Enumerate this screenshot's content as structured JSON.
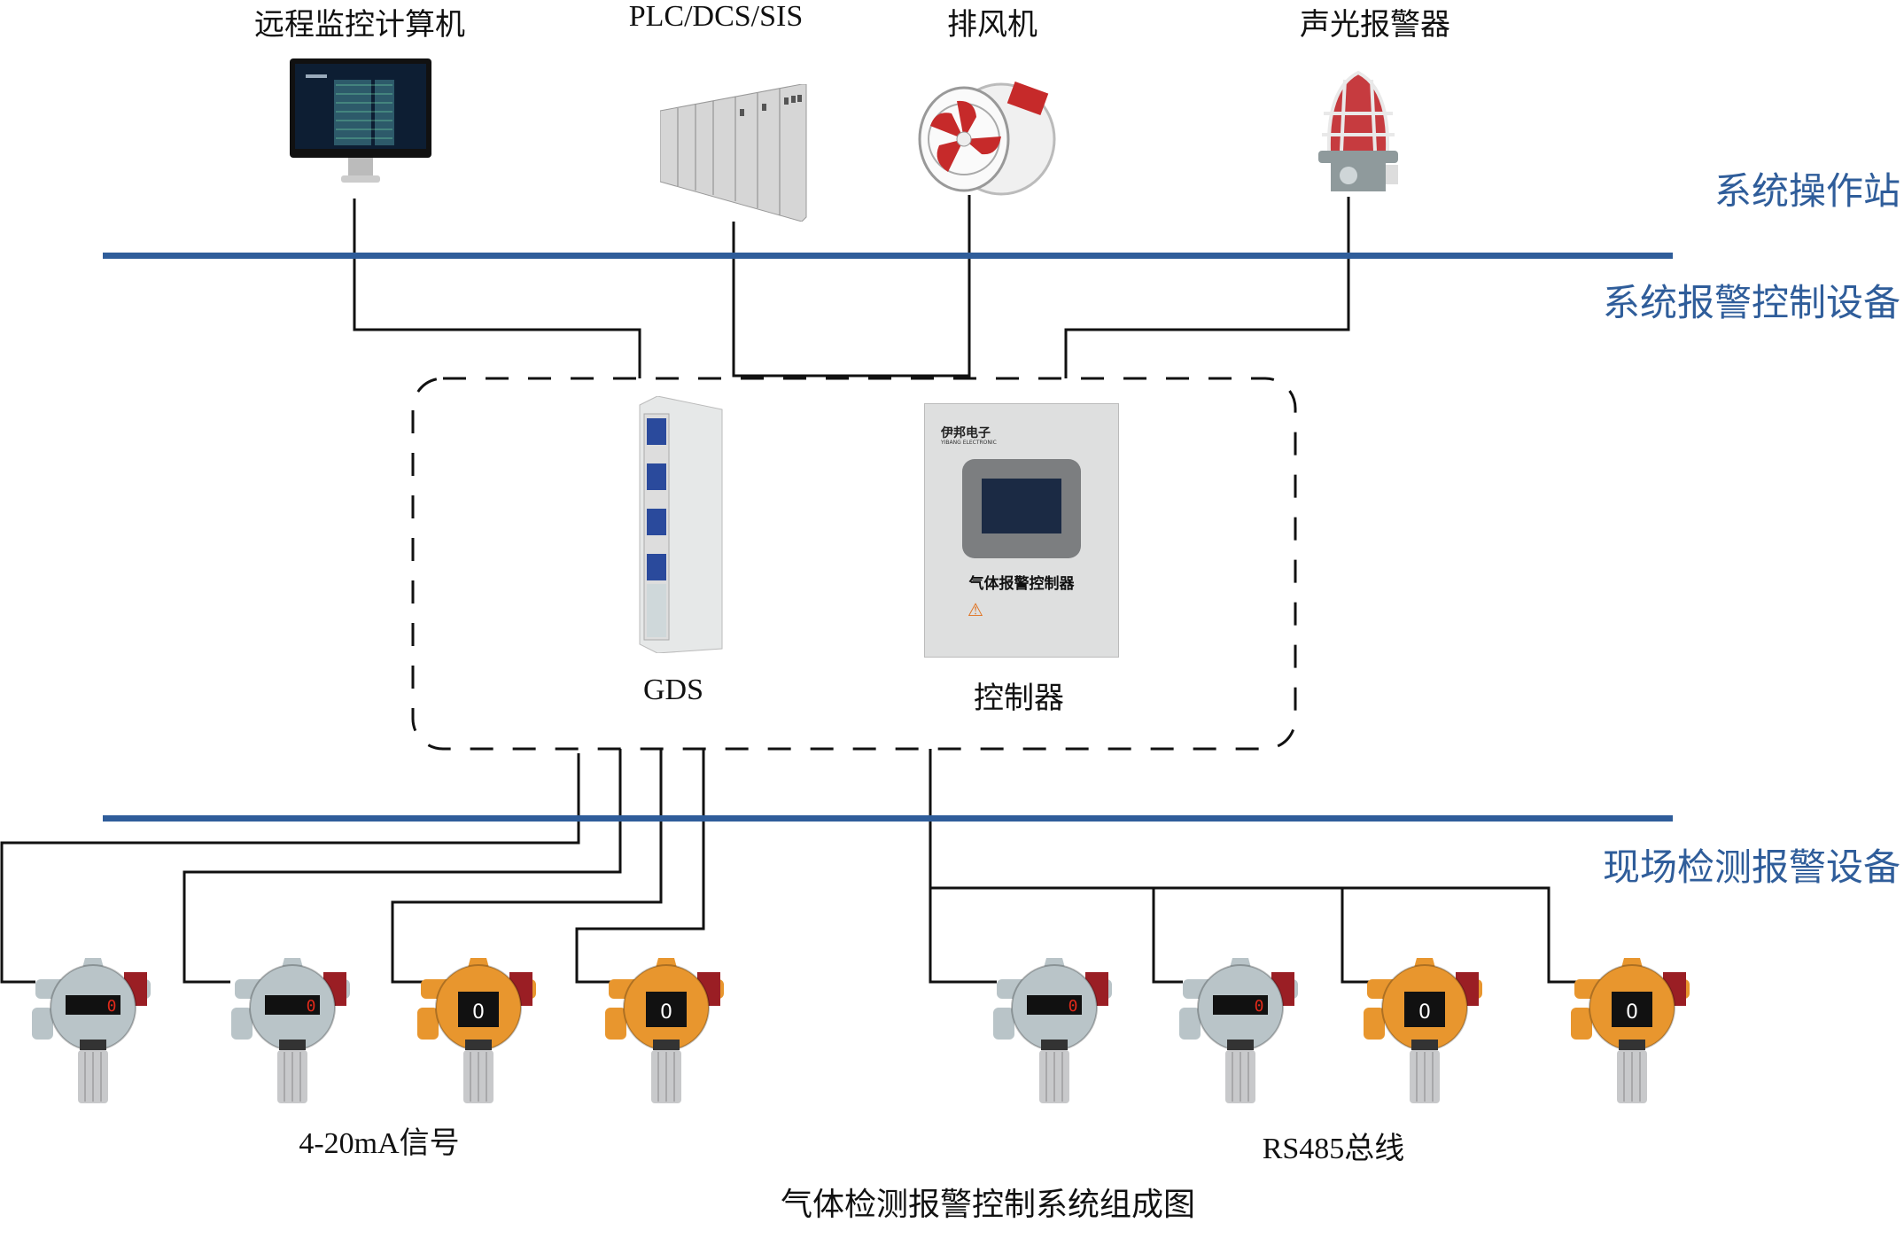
{
  "title": "气体检测报警控制系统组成图",
  "tiers": {
    "operator_station": "系统操作站",
    "alarm_control": "系统报警控制设备",
    "field_devices": "现场检测报警设备"
  },
  "top_devices": [
    {
      "label": "远程监控计算机",
      "icon": "monitor-icon"
    },
    {
      "label": "PLC/DCS/SIS",
      "icon": "control-cabinet-icon"
    },
    {
      "label": "排风机",
      "icon": "exhaust-fan-icon"
    },
    {
      "label": "声光报警器",
      "icon": "alarm-beacon-icon"
    }
  ],
  "controllers": {
    "gds": {
      "label": "GDS"
    },
    "controller": {
      "label": "控制器",
      "brand_cn": "伊邦电子",
      "brand_en": "YIBANG ELECTRONIC",
      "panel_title": "气体报警控制器"
    }
  },
  "detector_groups": [
    {
      "label": "4-20mA信号",
      "detectors": [
        {
          "color": "gray",
          "reading": "0"
        },
        {
          "color": "gray",
          "reading": "0"
        },
        {
          "color": "orange",
          "reading": "0"
        },
        {
          "color": "orange",
          "reading": "0"
        }
      ]
    },
    {
      "label": "RS485总线",
      "detectors": [
        {
          "color": "gray",
          "reading": "0"
        },
        {
          "color": "gray",
          "reading": "0"
        },
        {
          "color": "orange",
          "reading": "0"
        },
        {
          "color": "orange",
          "reading": "0"
        }
      ]
    }
  ],
  "colors": {
    "bus": "#2f5d9a",
    "orange": "#e8962e",
    "gray": "#b9c4c8"
  }
}
